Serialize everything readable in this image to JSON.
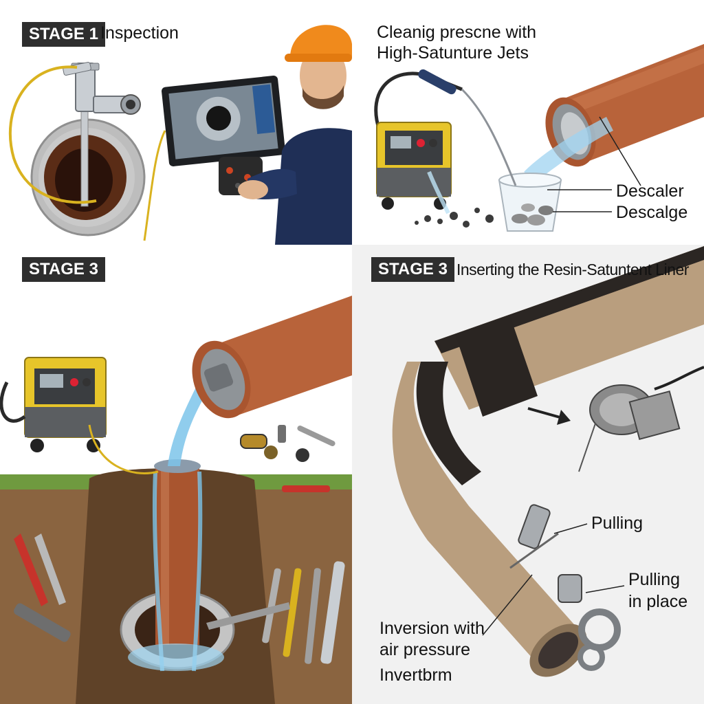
{
  "panels": {
    "stage1": {
      "badge": "STAGE 1",
      "title": "Inspection"
    },
    "stage2": {
      "title_line1": "Cleanig prescne with",
      "title_line2": "High-Satunture Jets",
      "label_descaler": "Descaler",
      "label_descalge": "Descalge"
    },
    "stage3a": {
      "badge": "STAGE 3"
    },
    "stage3b": {
      "badge": "STAGE 3",
      "title": "Inserting the Resin-Satuntent Liner",
      "label_pulling": "Pulling",
      "label_pulling_in_place_1": "Pulling",
      "label_pulling_in_place_2": "in place",
      "label_inversion_1": "Inversion with",
      "label_inversion_2": "air pressure",
      "label_invert": "Invertbrm"
    }
  },
  "colors": {
    "pipe_copper": "#b8633a",
    "badge_bg": "#2e2e2e",
    "machine_yellow": "#e7c52a",
    "helmet_orange": "#f08a1c",
    "water_blue": "#7cc4ea",
    "liner_tan": "#b99e7e",
    "soil_brown": "#8a6440"
  },
  "icons": [
    "camera-probe-icon",
    "monitor-icon",
    "hard-hat-icon",
    "jetting-machine-icon",
    "winch-icon",
    "tool-icon"
  ]
}
